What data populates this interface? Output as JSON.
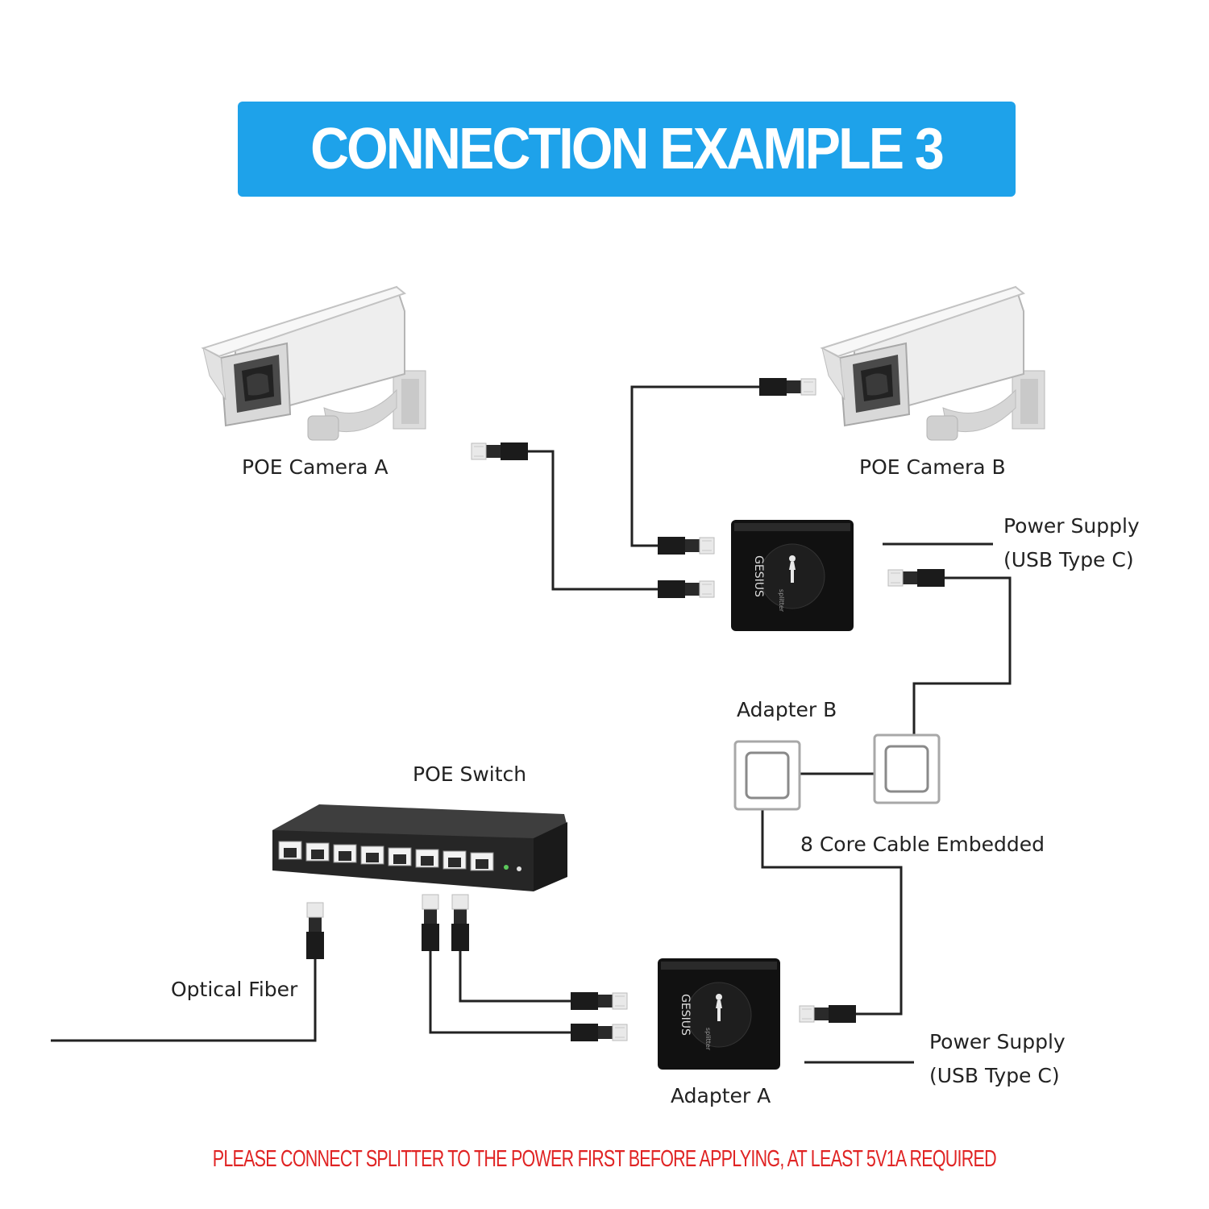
{
  "banner": {
    "title": "CONNECTION EXAMPLE 3",
    "color": "#1ea2ea"
  },
  "labels": {
    "camera_a": "POE Camera A",
    "camera_b": "POE Camera B",
    "power_supply_top_line1": "Power Supply",
    "power_supply_top_line2": "(USB Type C)",
    "adapter_b": "Adapter B",
    "poe_switch": "POE Switch",
    "cable_embedded": "8 Core Cable Embedded",
    "optical_fiber": "Optical Fiber",
    "power_supply_bottom_line1": "Power Supply",
    "power_supply_bottom_line2": "(USB Type C)",
    "adapter_a": "Adapter A"
  },
  "warning": {
    "text": "PLEASE CONNECT SPLITTER TO THE POWER FIRST BEFORE APPLYING, AT LEAST 5V1A REQUIRED",
    "color": "#e02424"
  },
  "icons": [
    "camera-a-icon",
    "camera-b-icon",
    "splitter-b-icon",
    "splitter-a-icon",
    "poe-switch-icon",
    "wall-socket-a-icon",
    "wall-socket-b-icon",
    "rj45-plug-icon"
  ]
}
